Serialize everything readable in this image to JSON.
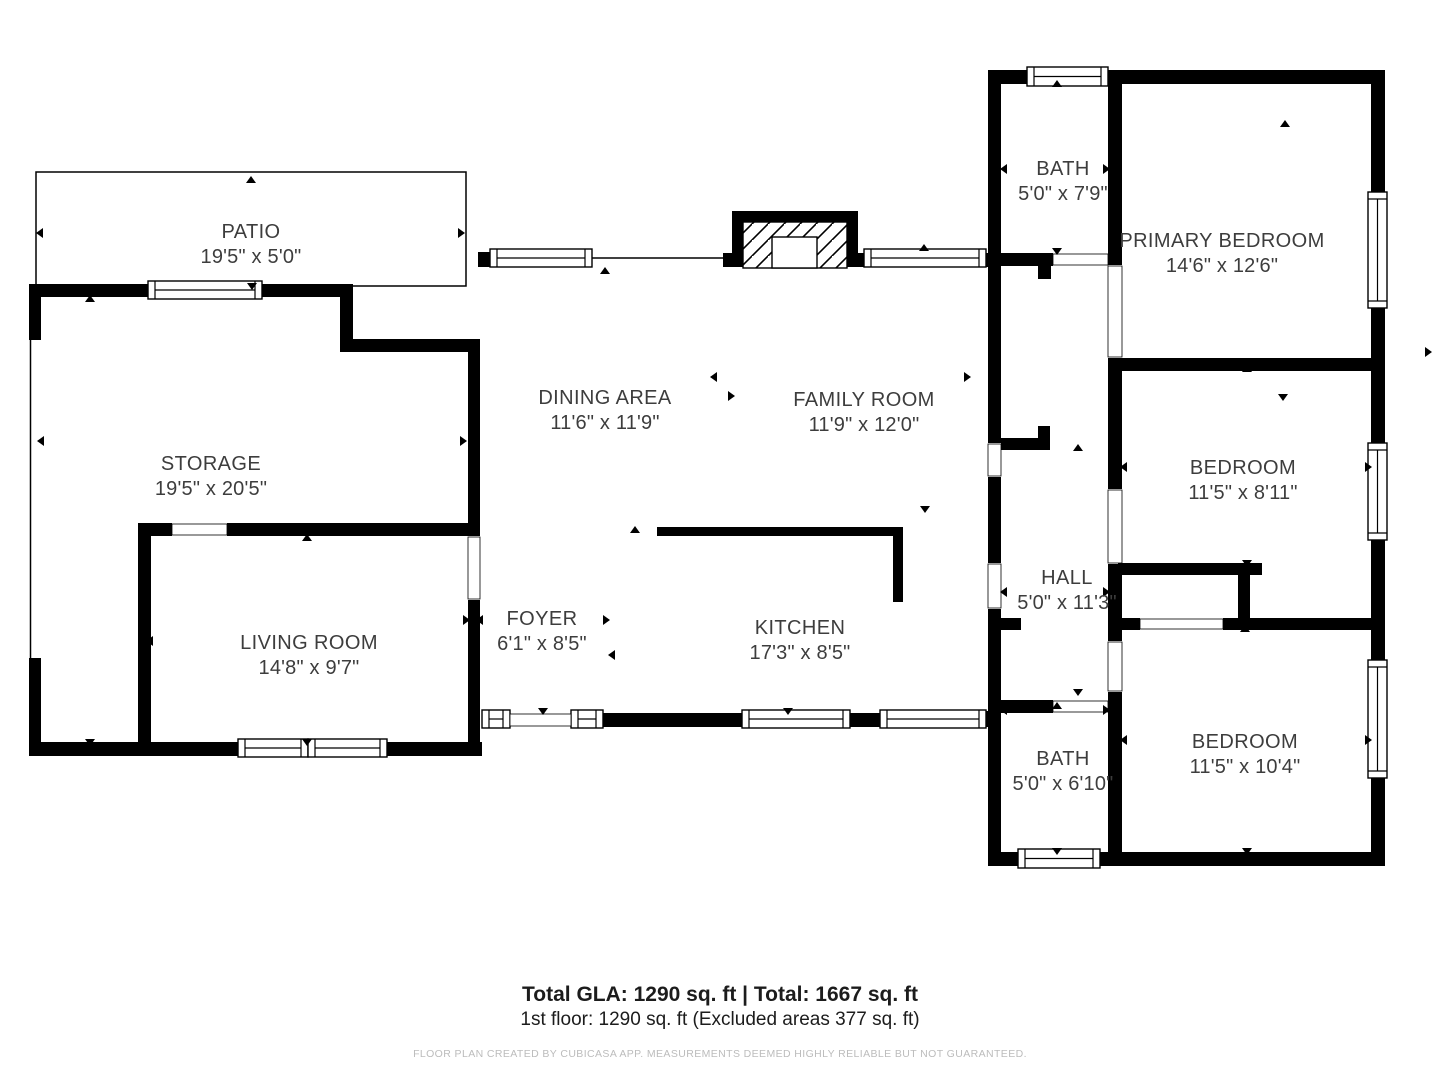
{
  "plan": {
    "rooms": [
      {
        "name": "PATIO",
        "dims": "19'5\" x 5'0\""
      },
      {
        "name": "STORAGE",
        "dims": "19'5\" x 20'5\""
      },
      {
        "name": "LIVING ROOM",
        "dims": "14'8\" x 9'7\""
      },
      {
        "name": "DINING AREA",
        "dims": "11'6\" x 11'9\""
      },
      {
        "name": "FAMILY ROOM",
        "dims": "11'9\" x 12'0\""
      },
      {
        "name": "FOYER",
        "dims": "6'1\" x 8'5\""
      },
      {
        "name": "KITCHEN",
        "dims": "17'3\" x 8'5\""
      },
      {
        "name": "BATH",
        "dims": "5'0\" x 7'9\""
      },
      {
        "name": "PRIMARY BEDROOM",
        "dims": "14'6\" x 12'6\""
      },
      {
        "name": "BEDROOM",
        "dims": "11'5\" x 8'11\""
      },
      {
        "name": "HALL",
        "dims": "5'0\" x 11'3\""
      },
      {
        "name": "BATH",
        "dims": "5'0\" x 6'10\""
      },
      {
        "name": "BEDROOM",
        "dims": "11'5\" x 10'4\""
      }
    ],
    "footer": {
      "line1": "Total GLA: 1290 sq. ft | Total: 1667 sq. ft",
      "line2": "1st floor: 1290 sq. ft (Excluded areas 377 sq. ft)",
      "disclaimer": "FLOOR PLAN CREATED BY CUBICASA APP. MEASUREMENTS DEEMED HIGHLY RELIABLE BUT NOT GUARANTEED."
    },
    "colors": {
      "wall": "#000000",
      "label": "#3d3d3d",
      "footer_text": "#1c1c1c",
      "disclaimer": "#bcbcbc"
    }
  }
}
